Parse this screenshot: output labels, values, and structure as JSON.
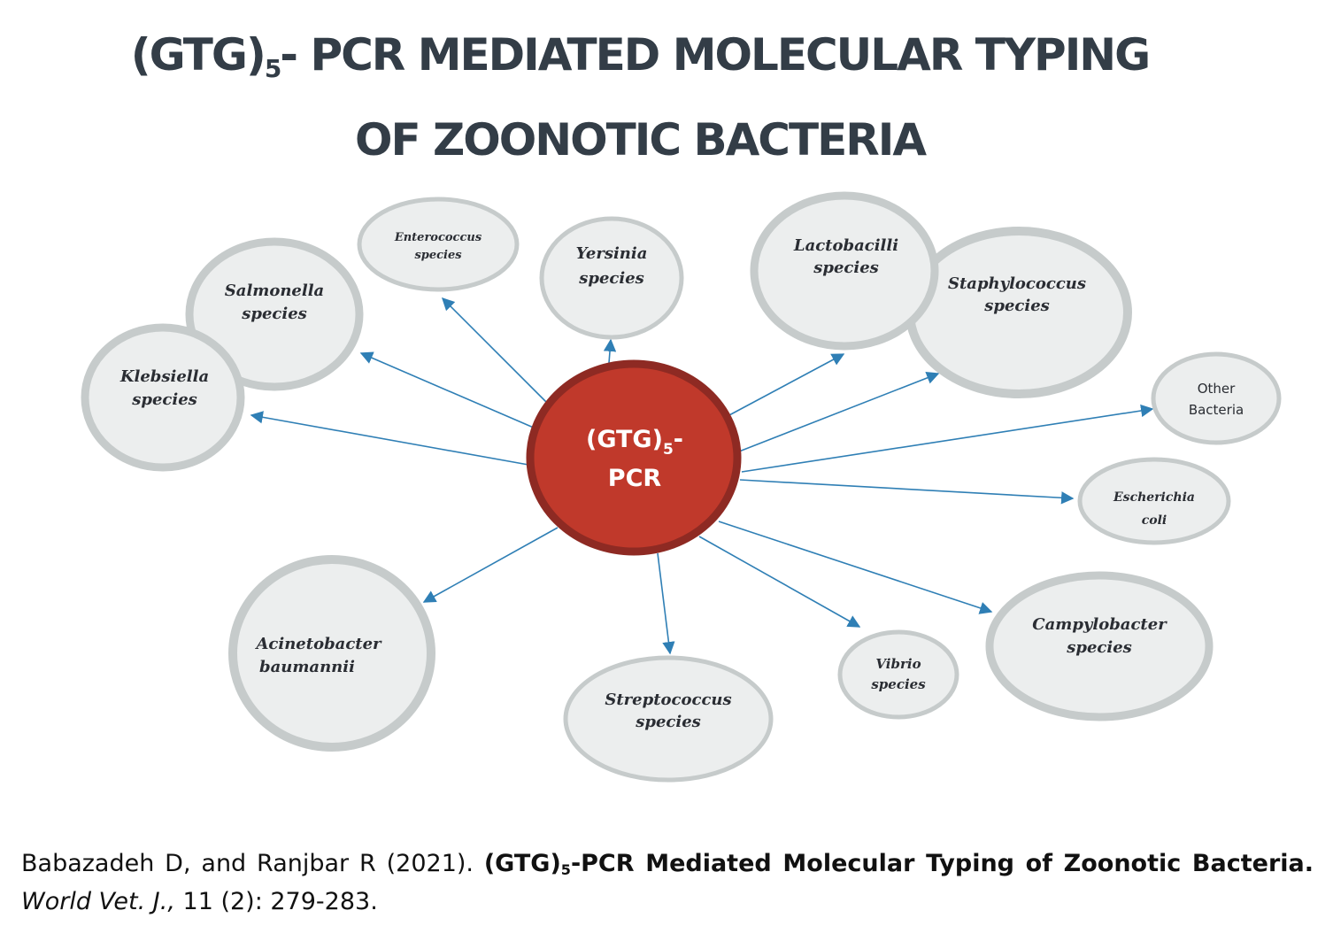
{
  "title": {
    "line1_prefix": "(GTG)",
    "line1_sub": "5",
    "line1_rest": "- PCR MEDIATED MOLECULAR TYPING",
    "line2": "OF ZOONOTIC BACTERIA"
  },
  "center": {
    "line1_prefix": "(GTG)",
    "line1_sub": "5",
    "line1_suffix": "-",
    "line2": "PCR"
  },
  "nodes": {
    "salmonella": [
      "Salmonella",
      "species"
    ],
    "klebsiella": [
      "Klebsiella",
      "species"
    ],
    "enterococcus": [
      "Enterococcus",
      "species"
    ],
    "yersinia": [
      "Yersinia",
      "species"
    ],
    "lactobacilli": [
      "Lactobacilli",
      "species"
    ],
    "staphylococcus": [
      "Staphylococcus",
      "species"
    ],
    "other": [
      "Other",
      "Bacteria"
    ],
    "escherichia": [
      "Escherichia",
      "coli"
    ],
    "acinetobacter": [
      "Acinetobacter",
      "baumannii"
    ],
    "streptococcus": [
      "Streptococcus",
      "species"
    ],
    "vibrio": [
      "Vibrio",
      "species"
    ],
    "campylobacter": [
      "Campylobacter",
      "species"
    ]
  },
  "citation": {
    "authors": "Babazadeh D, and Ranjbar R (2021).",
    "title_prefix": "(GTG)",
    "title_sub": "5",
    "title_rest": "-PCR Mediated Molecular Typing of Zoonotic Bacteria.",
    "journal": "World Vet. J.,",
    "volume_pages": "11 (2): 279-283."
  },
  "colors": {
    "center_fill": "#c0392b",
    "center_ring": "#8e2a23",
    "bubble_fill": "#eceeee",
    "bubble_ring": "#c6cbcb",
    "arrow": "#2f7fb5",
    "title": "#333d47"
  }
}
